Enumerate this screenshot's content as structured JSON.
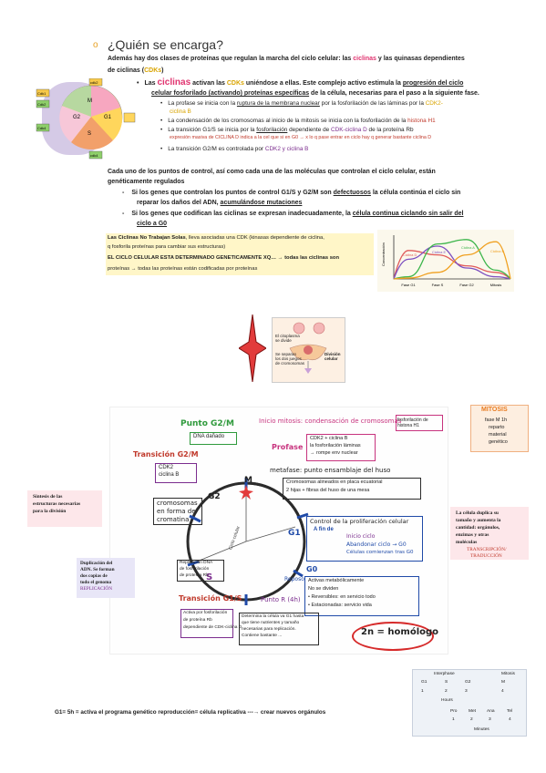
{
  "heading": {
    "bullet": "o",
    "title": "¿Quién se encarga?"
  },
  "intro": {
    "line1_a": "Además hay dos clases de proteínas que regulan la marcha del ciclo celular: las ",
    "line1_ciclinas": "ciclinas",
    "line1_b": " y las quinasas dependientes",
    "line2_a": "de ciclinas (",
    "line2_cdks": "CDKs",
    "line2_b": ")"
  },
  "para1": {
    "bullet": "•",
    "las": "Las",
    "ciclinas": "ciclinas",
    "activan": " activan las ",
    "cdks": "CDKs",
    "rest1": " uniéndose a ellas. Este complejo activo estimula la ",
    "rest1_ul": "progresión del ciclo",
    "line2_ul": "celular fosforilado (activando) proteínas específicas",
    "line2_rest": " de la célula, necesarias para el paso a la siguiente fase."
  },
  "sub_bullets": [
    {
      "marker": "•",
      "text": "La profase se inicia con la ",
      "ul": "ruptura de la membrana nuclear",
      "rest": " por la fosforilación de las láminas por la ",
      "colored": "CDK2-",
      "cont": "ciclina B"
    },
    {
      "marker": "•",
      "text": "La condensación de los cromosomas al inicio de la mitosis se inicia con la fosforilación de la ",
      "colored": "histona H1"
    },
    {
      "marker": "•",
      "text": "La transición G1/S se inicia por la ",
      "ul": "fosforilación",
      "rest": " dependiente de ",
      "colored": "CDK-ciclina D",
      "tail": " de la proteína Rb",
      "note": "expresión masiva de CICLINA D indica a la cel que si en G0 → x lo q pase entrar en ciclo hay q generar bastante ciclina D"
    },
    {
      "marker": "•",
      "text": "La transición G2/M es controlada por ",
      "colored": "CDK2 y ciclina B"
    }
  ],
  "para2": {
    "line1": "Cada uno de los puntos de control, así como cada una de las moléculas que controlan el ciclo celular, están",
    "line2": "genéticamente regulados",
    "items": [
      {
        "marker": "-",
        "a": "Si los genes que controlan los puntos de control G1/S y G2/M son ",
        "ul": "defectuosos",
        "b": " la célula continúa el ciclo sin",
        "line2a": "reparar los daños del ADN, ",
        "line2ul": "acumulándose mutaciones"
      },
      {
        "marker": "-",
        "a": "Si los genes que codifican las ciclinas se expresan inadecuadamente, la ",
        "ul": "célula continua ciclando sin salir del",
        "line2ul": "ciclo a G0"
      }
    ]
  },
  "yellow_box": {
    "line1_bold": "Las Ciclinas No Trabajan Solas",
    "line1_rest": ", lleva asociadas una CDK (kinasas dependiente de ciclina,",
    "line2": "q fosforila proteínas para cambiar sus estructuras)",
    "line3": "EL CICLO CELULAR ESTA DETERMINADO GENETICAMENTE XQ… → todas las ciclinas son",
    "line4": "proteínas → todas las proteínas están codificadas por proteínas"
  },
  "small_cycle": {
    "labels": [
      "M",
      "G1",
      "S",
      "G2"
    ],
    "side": [
      "Cdk1",
      "Cdk2",
      "Cdk4",
      "cdk2",
      "cdk4"
    ]
  },
  "chart_data": {
    "type": "line",
    "title": "",
    "ylabel": "Concentración",
    "xlabel": "",
    "categories": [
      "Fase G1",
      "Fase S",
      "Fase G2",
      "Mitosis"
    ],
    "series": [
      {
        "name": "Ciclina D",
        "color": "#e05a5a",
        "values": [
          0.65,
          0.55,
          0.3,
          0.15
        ]
      },
      {
        "name": "Ciclina E",
        "color": "#7d4fc0",
        "values": [
          0.45,
          0.75,
          0.25,
          0.05
        ]
      },
      {
        "name": "Ciclina A",
        "color": "#3cb54a",
        "values": [
          0.05,
          0.8,
          0.9,
          0.2
        ]
      },
      {
        "name": "Ciclina B",
        "color": "#f0a020",
        "values": [
          0.02,
          0.15,
          0.55,
          0.85
        ]
      }
    ]
  },
  "mitosis_img": {
    "l1": "El citoplasma",
    "l2": "se divide",
    "l3": "Se separan",
    "l4": "los dos juegos",
    "l5": "de cromosomas",
    "l6": "División",
    "l7": "celular"
  },
  "diagram": {
    "punto_g2m": "Punto G2/M",
    "punto_g2m_box": "DNA dañado",
    "inicio_mitosis": "Inicio mitosis: condensación de cromosomas",
    "inicio_box": "fosforilación de histona H1",
    "transicion_g2m": "Transición G2/M",
    "trans_g2m_box1": "CDK2",
    "trans_g2m_box2": "ciclina B",
    "profase": "Profase",
    "profase_box1": "CDK2 + ciclina B",
    "profase_box2": "la fosforilación láminas",
    "profase_box3": "→ rompe env nuclear",
    "metafase": "metafase: punto ensamblaje del huso",
    "metafase_box1": "Cromosomas alineados en placa ecuatorial",
    "metafase_box2": "2 hijas + fibras del huso de una mesa",
    "g2": "G2",
    "m": "M",
    "g1": "G1",
    "s": "S",
    "g0": "G0",
    "reposo": "Reposo",
    "g2_box1": "cromosomas",
    "g2_box2": "en forma de",
    "g2_box3": "cromatina",
    "ciclo_label": "Ciclo celular",
    "control_title": "Control de la proliferación celular",
    "control_a": "A fin de",
    "control_b": "Inicio ciclo",
    "control_c": "Abandonar ciclo → G0",
    "control_d": "Células comienzan tras G0",
    "g0_box1": "Activas metabólicamente",
    "g0_box2": "No se dividen",
    "g0_box3": "• Reversibles: en servicio todo",
    "g0_box4": "• Estacionadas: servicio vida",
    "punto_r": "Punto R (4h)",
    "punto_r_box1": "Determina la célula va G1 hasta",
    "punto_r_box2": "que tiene nutrientes y tamaño",
    "punto_r_box3": "necesarias para replicación.",
    "punto_r_box4": "Contiene bastante ...",
    "replicacion_box1": "Replicación DNA",
    "replicacion_box2": "de fosforilación",
    "replicacion_box3": "de proteína Rb",
    "transicion_g1s": "Transición G1/S",
    "trans_g1s_box1": "Activa por fosforilación",
    "trans_g1s_box2": "de proteína Rb",
    "trans_g1s_box3": "dependiente de CDK-ciclina D",
    "homologo": "2n = homólogo"
  },
  "side_notes": {
    "left1_l1": "Síntesis de las",
    "left1_l2": "estructuras necesarias",
    "left1_l3": "para la división",
    "left2_l1": "Duplicación del",
    "left2_l2": "ADN. Se forman",
    "left2_l3": "dos copias de",
    "left2_l4": "todo el genoma",
    "left2_l5": "REPLICACIÓN",
    "mitosis_title": "MITOSIS",
    "mitosis_l1": "fase M 1h",
    "mitosis_l2": "reparto",
    "mitosis_l3": "material",
    "mitosis_l4": "genético",
    "right_l1": "La célula duplica su",
    "right_l2": "tamaño y aumenta la",
    "right_l3": "cantidad: orgánulos,",
    "right_l4": "enzimas y otras",
    "right_l5": "moléculas",
    "right_l6": "TRANSCRIPCIÓN/",
    "right_l7": "TRADUCCIÓN"
  },
  "phase_table": {
    "top_left": "Interphase",
    "top_right": "Mitosis",
    "row1": [
      "G1",
      "S",
      "G2",
      "M"
    ],
    "row2": [
      "1",
      "2",
      "3",
      "4"
    ],
    "hours": "Hours",
    "mitosis_cols": [
      "Pro",
      "Met",
      "Ana",
      "Tel"
    ],
    "mitosis_vals": [
      "1",
      "2",
      "3",
      "4"
    ],
    "minutes": "Minutes"
  },
  "footer": {
    "text": "G1= 5h = activa el programa genético reproducción= célula replicativa ---→ crear nuevos orgánulos"
  }
}
